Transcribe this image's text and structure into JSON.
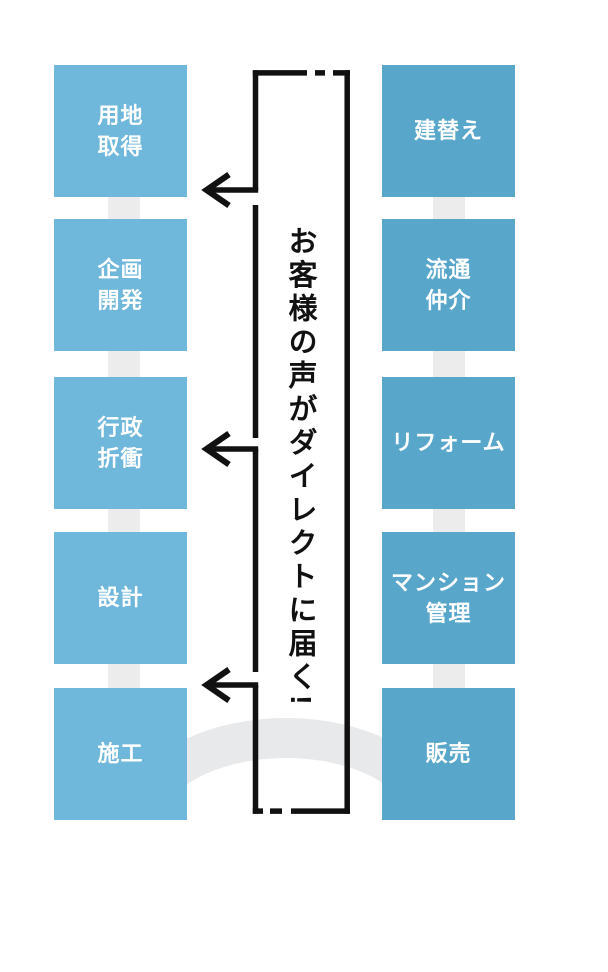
{
  "diagram": {
    "center_message": "お客様の声がダイレクトに届く!",
    "left_column": {
      "items": [
        {
          "label": "用地\n取得"
        },
        {
          "label": "企画\n開発"
        },
        {
          "label": "行政\n折衝"
        },
        {
          "label": "設計"
        },
        {
          "label": "施工"
        }
      ]
    },
    "right_column": {
      "items": [
        {
          "label": "建替え"
        },
        {
          "label": "流通\n仲介"
        },
        {
          "label": "リフォーム"
        },
        {
          "label": "マンション\n管理"
        },
        {
          "label": "販売"
        }
      ]
    },
    "colors": {
      "left_box": "#6fb7db",
      "right_box": "#58a7cb",
      "connector_gray": "#ececec",
      "arc_gray": "#e8e9ea",
      "line_black": "#111111",
      "box_text": "#ffffff",
      "center_text": "#111111"
    }
  }
}
